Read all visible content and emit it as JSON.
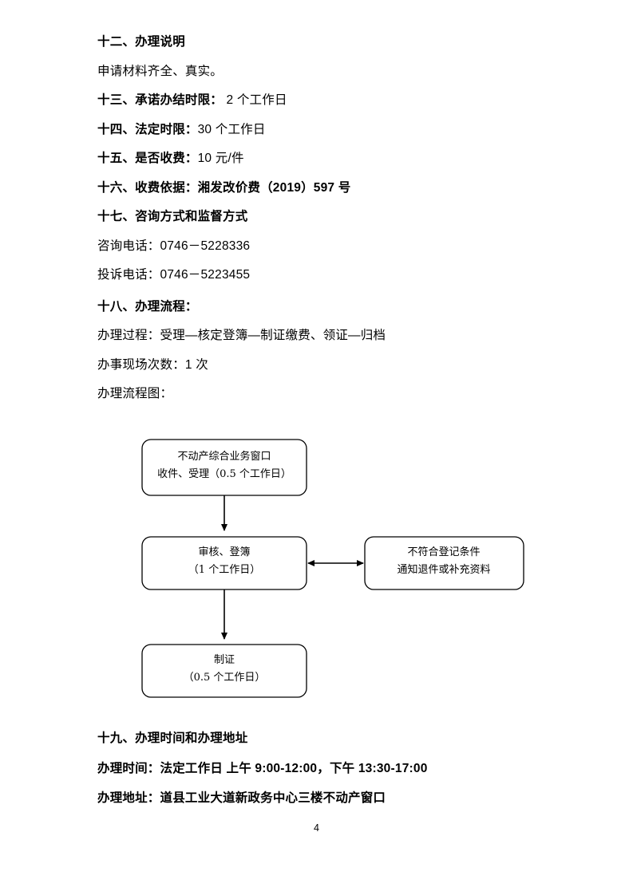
{
  "document": {
    "page_number": "4",
    "sections": [
      {
        "id": "sec-12",
        "type": "heading",
        "text": "十二、办理说明"
      },
      {
        "id": "sec-12-body",
        "type": "body",
        "text": "申请材料齐全、真实。"
      },
      {
        "id": "sec-13",
        "type": "label-value",
        "label": "十三、承诺办结时限：",
        "value": " 2 个工作日",
        "bold_value": false
      },
      {
        "id": "sec-14",
        "type": "label-value",
        "label": "十四、法定时限：",
        "value": "30 个工作日",
        "bold_value": false
      },
      {
        "id": "sec-15",
        "type": "label-value",
        "label": "十五、是否收费：",
        "value": "10 元/件",
        "bold_value": false
      },
      {
        "id": "sec-16",
        "type": "label-value",
        "label": "十六、收费依据：",
        "value": "湘发改价费（2019）597 号",
        "bold_value": true
      },
      {
        "id": "sec-17",
        "type": "heading",
        "text": "十七、咨询方式和监督方式"
      },
      {
        "id": "sec-17-phone1",
        "type": "body",
        "text": "咨询电话：0746－5228336"
      },
      {
        "id": "sec-17-phone2",
        "type": "body",
        "text": "投诉电话：0746－5223455"
      },
      {
        "id": "sec-18",
        "type": "heading",
        "text": "十八、办理流程："
      },
      {
        "id": "sec-18-process",
        "type": "body",
        "text": "办理过程：受理—核定登簿—制证缴费、领证—归档"
      },
      {
        "id": "sec-18-visits",
        "type": "body",
        "text": "办事现场次数：1 次"
      },
      {
        "id": "sec-18-chartlabel",
        "type": "body",
        "text": "办理流程图："
      }
    ],
    "bottom": {
      "heading": "十九、办理时间和办理地址",
      "time_label": "办理时间：",
      "time_value": "法定工作日 上午 9:00-12:00，下午 13:30-17:00",
      "address_label": "办理地址：",
      "address_value": "道县工业大道新政务中心三楼不动产窗口"
    }
  },
  "flowchart": {
    "title": "办理流程图",
    "stroke_color": "#000000",
    "fill_color": "#ffffff",
    "nodes": [
      {
        "id": "node-intake",
        "name": "intake-window",
        "line1": "不动产综合业务窗口",
        "line2": "收件、受理（0.5 个工作日）"
      },
      {
        "id": "node-review",
        "name": "review-register",
        "line1": "审核、登簿",
        "line2": "（1 个工作日）"
      },
      {
        "id": "node-reject",
        "name": "not-qualified",
        "line1": "不符合登记条件",
        "line2": "通知退件或补充资料"
      },
      {
        "id": "node-certificate",
        "name": "make-certificate",
        "line1": "制证",
        "line2": "（0.5 个工作日）"
      }
    ],
    "connectors": [
      {
        "id": "conn-1",
        "from": "node-intake",
        "to": "node-review",
        "arrow": "single-down"
      },
      {
        "id": "conn-2",
        "from": "node-review",
        "to": "node-reject",
        "arrow": "double-horizontal"
      },
      {
        "id": "conn-3",
        "from": "node-review",
        "to": "node-certificate",
        "arrow": "single-down"
      }
    ]
  }
}
